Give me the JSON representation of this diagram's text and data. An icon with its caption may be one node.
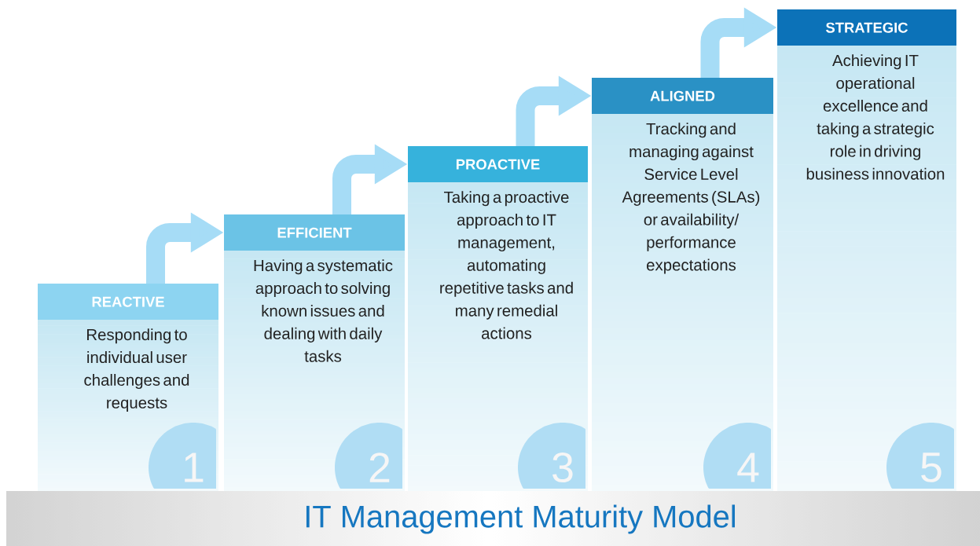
{
  "diagram": {
    "title": "IT Management Maturity Model",
    "nodes": [
      {
        "text": [
          "REACTIVE",
          "Responding to individual user challenges and requests"
        ]
      },
      {
        "text": [
          "1"
        ],
        "in": 0
      },
      {
        "text": [
          "EFFICIENT",
          "Having a systematic approach to solving known issues and dealing with daily tasks"
        ]
      },
      {
        "text": [
          "2"
        ],
        "in": 2
      },
      {
        "text": [
          "PROACTIVE",
          "Taking a proactive approach to IT management, automating repetitive tasks and many remedial actions"
        ]
      },
      {
        "text": [
          "3"
        ],
        "in": 4
      },
      {
        "text": [
          "ALIGNED",
          "Tracking and managing against Service Level Agreements (SLAs) or availability/ performance expectations"
        ]
      },
      {
        "text": [
          "4"
        ],
        "in": 6
      },
      {
        "text": [
          "STRATEGIC",
          "Achieving IT operational excellence and taking a strategic role in driving business innovation"
        ]
      },
      {
        "text": [
          "5"
        ],
        "in": 8
      }
    ],
    "edges": [
      {
        "from": 0,
        "to": 2,
        "arrow": "to"
      },
      {
        "from": 2,
        "to": 4,
        "arrow": "to"
      },
      {
        "from": 4,
        "to": 6,
        "arrow": "to"
      },
      {
        "from": 6,
        "to": 8,
        "arrow": "to"
      }
    ]
  }
}
